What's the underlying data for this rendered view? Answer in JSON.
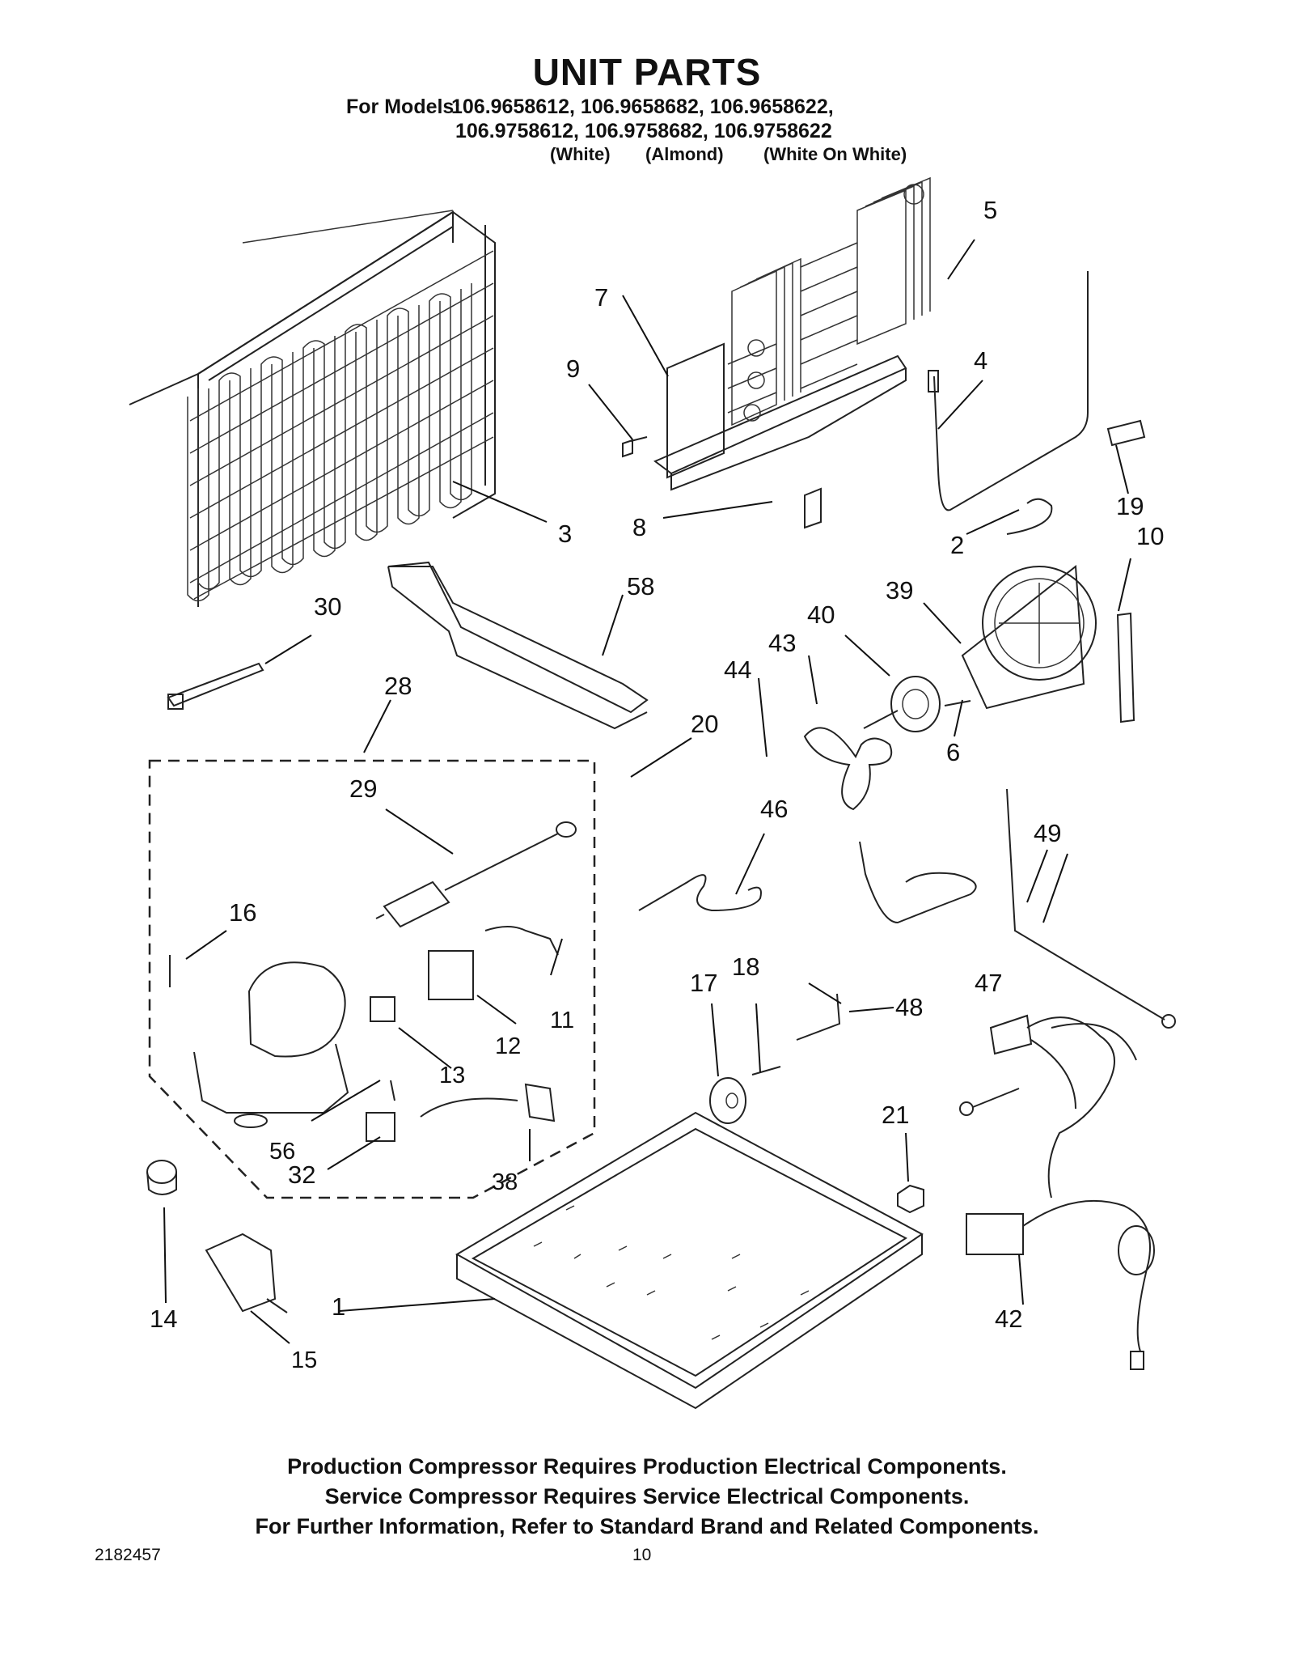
{
  "title": "UNIT PARTS",
  "models": {
    "label": "For Models:",
    "line1": "106.9658612, 106.9658682, 106.9658622,",
    "line2": "106.9758612, 106.9758682, 106.9758622"
  },
  "finishes": [
    "(White)",
    "(Almond)",
    "(White On White)"
  ],
  "callouts": [
    "1",
    "2",
    "3",
    "4",
    "5",
    "6",
    "7",
    "8",
    "9",
    "10",
    "11",
    "12",
    "13",
    "14",
    "15",
    "16",
    "17",
    "18",
    "19",
    "20",
    "21",
    "28",
    "29",
    "30",
    "32",
    "38",
    "39",
    "40",
    "42",
    "43",
    "44",
    "46",
    "47",
    "48",
    "49",
    "56",
    "58"
  ],
  "footer": {
    "line1": "Production Compressor Requires Production Electrical Components.",
    "line2": "Service Compressor Requires Service Electrical Components.",
    "line3": "For Further Information, Refer to Standard Brand and Related Components."
  },
  "doc_number": "2182457",
  "page_number": "10"
}
